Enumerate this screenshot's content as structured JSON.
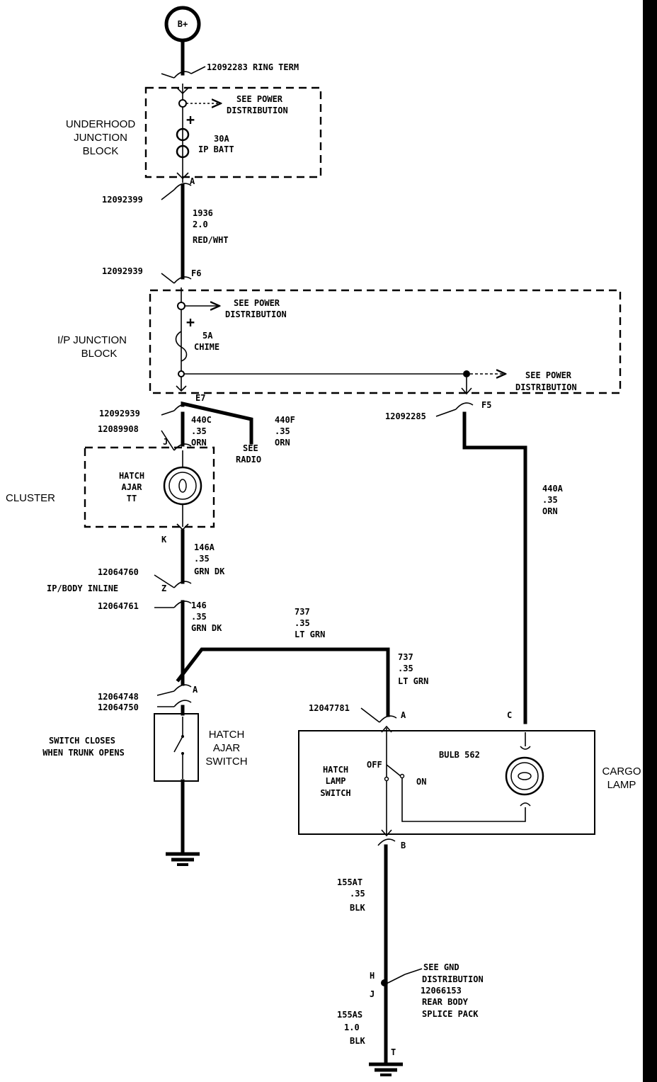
{
  "source": {
    "label": "B+"
  },
  "connectors": {
    "ring_term": "12092283   RING TERM",
    "c_12092399": "12092399",
    "c_12092939_a": "12092939",
    "c_12092939_b": "12092939",
    "c_12089908": "12089908",
    "c_12092285": "12092285",
    "c_12064760": "12064760",
    "c_12064761": "12064761",
    "c_12064748": "12064748",
    "c_12064750": "12064750",
    "c_12047781": "12047781",
    "ipbody_inline": "IP/BODY INLINE"
  },
  "pins": {
    "A1": "A",
    "F6": "F6",
    "E7": "E7",
    "F5": "F5",
    "J": "J",
    "K": "K",
    "Z": "Z",
    "A2": "A",
    "A3": "A",
    "C": "C",
    "B": "B",
    "H": "H",
    "J2": "J",
    "T": "T"
  },
  "blocks": {
    "underhood": [
      "UNDERHOOD",
      "JUNCTION",
      "BLOCK"
    ],
    "ip_junction": [
      "I/P JUNCTION",
      "BLOCK"
    ],
    "cluster": "CLUSTER",
    "cargo_lamp": [
      "CARGO",
      "LAMP"
    ]
  },
  "notes": {
    "see_power_1": [
      "SEE POWER",
      "DISTRIBUTION"
    ],
    "fuse_30a": [
      "30A",
      "IP BATT"
    ],
    "see_power_2": [
      "SEE POWER",
      "DISTRIBUTION"
    ],
    "fuse_5a": [
      "5A",
      "CHIME"
    ],
    "see_power_3": [
      "SEE POWER",
      "DISTRIBUTION"
    ],
    "see_radio": [
      "SEE",
      "RADIO"
    ],
    "hatch_ajar_tt": [
      "HATCH",
      "AJAR",
      "TT"
    ],
    "switch_closes": [
      "SWITCH CLOSES",
      "WHEN TRUNK OPENS"
    ],
    "hatch_ajar_switch": [
      "HATCH",
      "AJAR",
      "SWITCH"
    ],
    "hatch_lamp_switch": [
      "HATCH",
      "LAMP",
      "SWITCH"
    ],
    "off": "OFF",
    "on": "ON",
    "bulb": "BULB 562",
    "see_gnd": [
      "SEE GND",
      "DISTRIBUTION",
      "12066153",
      "REAR BODY",
      "SPLICE PACK"
    ]
  },
  "wires": {
    "w1936": [
      "1936",
      "2.0",
      "RED/WHT"
    ],
    "w440c": [
      "440C",
      ".35",
      "ORN"
    ],
    "w440f": [
      "440F",
      ".35",
      "ORN"
    ],
    "w440a": [
      "440A",
      ".35",
      "ORN"
    ],
    "w146a": [
      "146A",
      ".35",
      "GRN DK"
    ],
    "w146": [
      "146",
      ".35",
      "GRN DK"
    ],
    "w737a": [
      "737",
      ".35",
      "LT GRN"
    ],
    "w737b": [
      "737",
      ".35",
      "LT GRN"
    ],
    "w155at": [
      "155AT",
      ".35",
      "BLK"
    ],
    "w155as": [
      "155AS",
      "1.0",
      "BLK"
    ]
  }
}
